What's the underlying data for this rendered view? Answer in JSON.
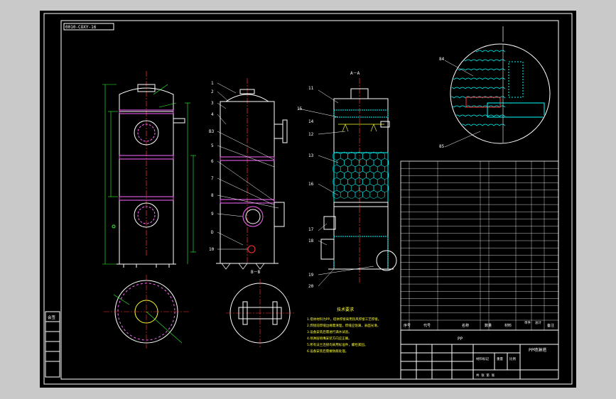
{
  "drawing_number": "0010-COXY-16",
  "section_aa_label": "A－A",
  "section_bb_label": "B－B",
  "notes_title": "技术要求",
  "notes": [
    "1.塔体材料为PP，塔体焊接采用热风焊接工艺焊接。",
    "2.焊接前焊缝边缘需清理，焊缝应饱满，表面光滑。",
    "3.设备安装后需进行满水试验。",
    "4.喷淋层喷嘴安装方向应正确。",
    "5.所有法兰连接均采用标准件，螺栓紧固。",
    "6.设备安装后需做防腐处理。"
  ],
  "part_labels_elevation": [
    "1",
    "2",
    "3",
    "4",
    "5",
    "6",
    "7",
    "8",
    "9",
    "10",
    "D",
    "B3"
  ],
  "part_labels_section": [
    "11",
    "12",
    "13",
    "14",
    "15",
    "16",
    "17",
    "18",
    "19",
    "20"
  ],
  "bom_header": [
    "序号",
    "代号",
    "名称",
    "数量",
    "材料",
    "单件",
    "总计",
    "备注"
  ],
  "title_block": {
    "part_name": "PP",
    "drawing_title": "PP喷淋塔",
    "material_label": "材料标记",
    "scale_label": "比例",
    "weight_label": "重量",
    "sheet_label": "共 张 第 张"
  },
  "revision_block_label": "会签",
  "detail_labels": [
    "84",
    "85"
  ],
  "colors": {
    "sheet": "#000000",
    "border": "#ffffff",
    "vessel_outline": "#ffffff",
    "dimension": "#33ff33",
    "centerline": "#ff3333",
    "flange_band": "#ff66ff",
    "packing": "#00ffff",
    "notes_text": "#ffff33"
  }
}
